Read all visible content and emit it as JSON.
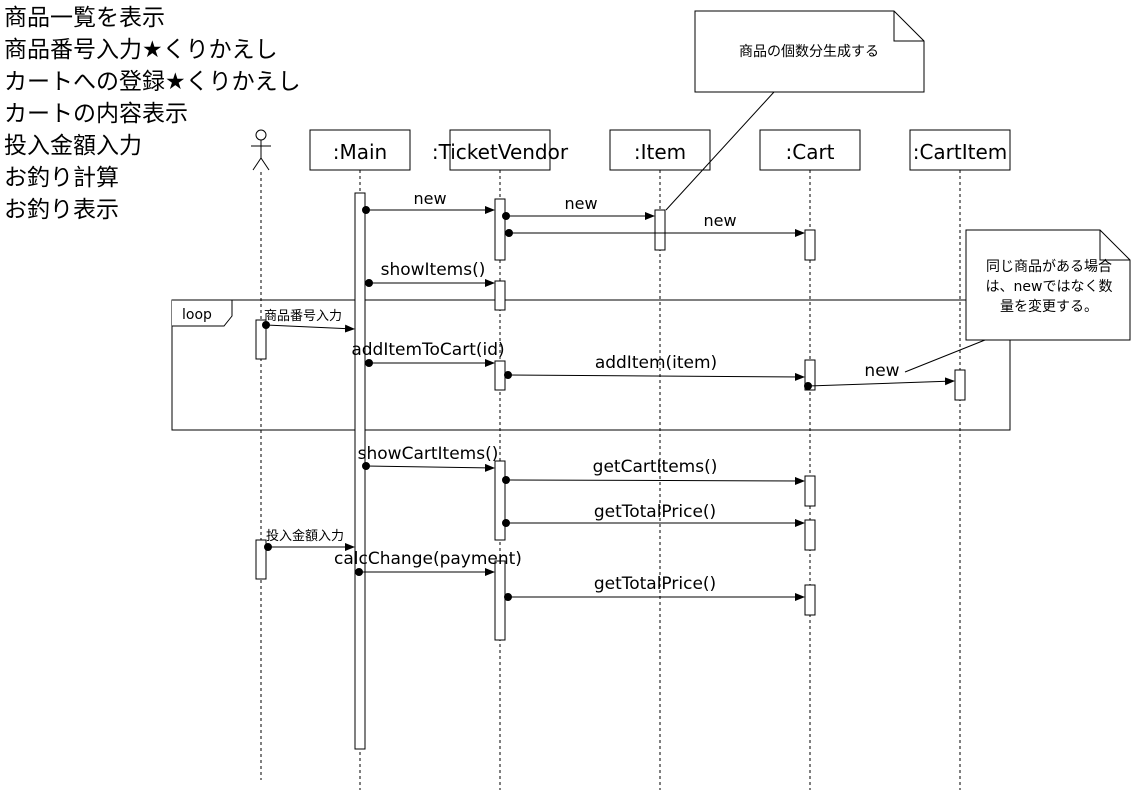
{
  "steps": [
    "商品一覧を表示",
    "商品番号入力★くりかえし",
    "カートへの登録★くりかえし",
    "カートの内容表示",
    "投入金額入力",
    "お釣り計算",
    "お釣り表示"
  ],
  "lifelines": {
    "main": ":Main",
    "ticket_vendor": ":TicketVendor",
    "item": ":Item",
    "cart": ":Cart",
    "cart_item": ":CartItem"
  },
  "notes": {
    "generate": "商品の個数分生成する",
    "same_item": [
      "同じ商品がある場合",
      "は、newではなく数",
      "量を変更する。"
    ]
  },
  "loop_label": "loop",
  "messages": {
    "new_vendor": "new",
    "new_item": "new",
    "new_cart": "new",
    "show_items": "showItems()",
    "input_item_no": "商品番号入力",
    "add_item_to_cart": "addItemToCart(id)",
    "add_item": "addItem(item)",
    "new_cart_item": "new",
    "show_cart_items": "showCartItems()",
    "get_cart_items": "getCartItems()",
    "get_total_price_1": "getTotalPrice()",
    "input_payment": "投入金額入力",
    "calc_change": "calcChange(payment)",
    "get_total_price_2": "getTotalPrice()"
  }
}
